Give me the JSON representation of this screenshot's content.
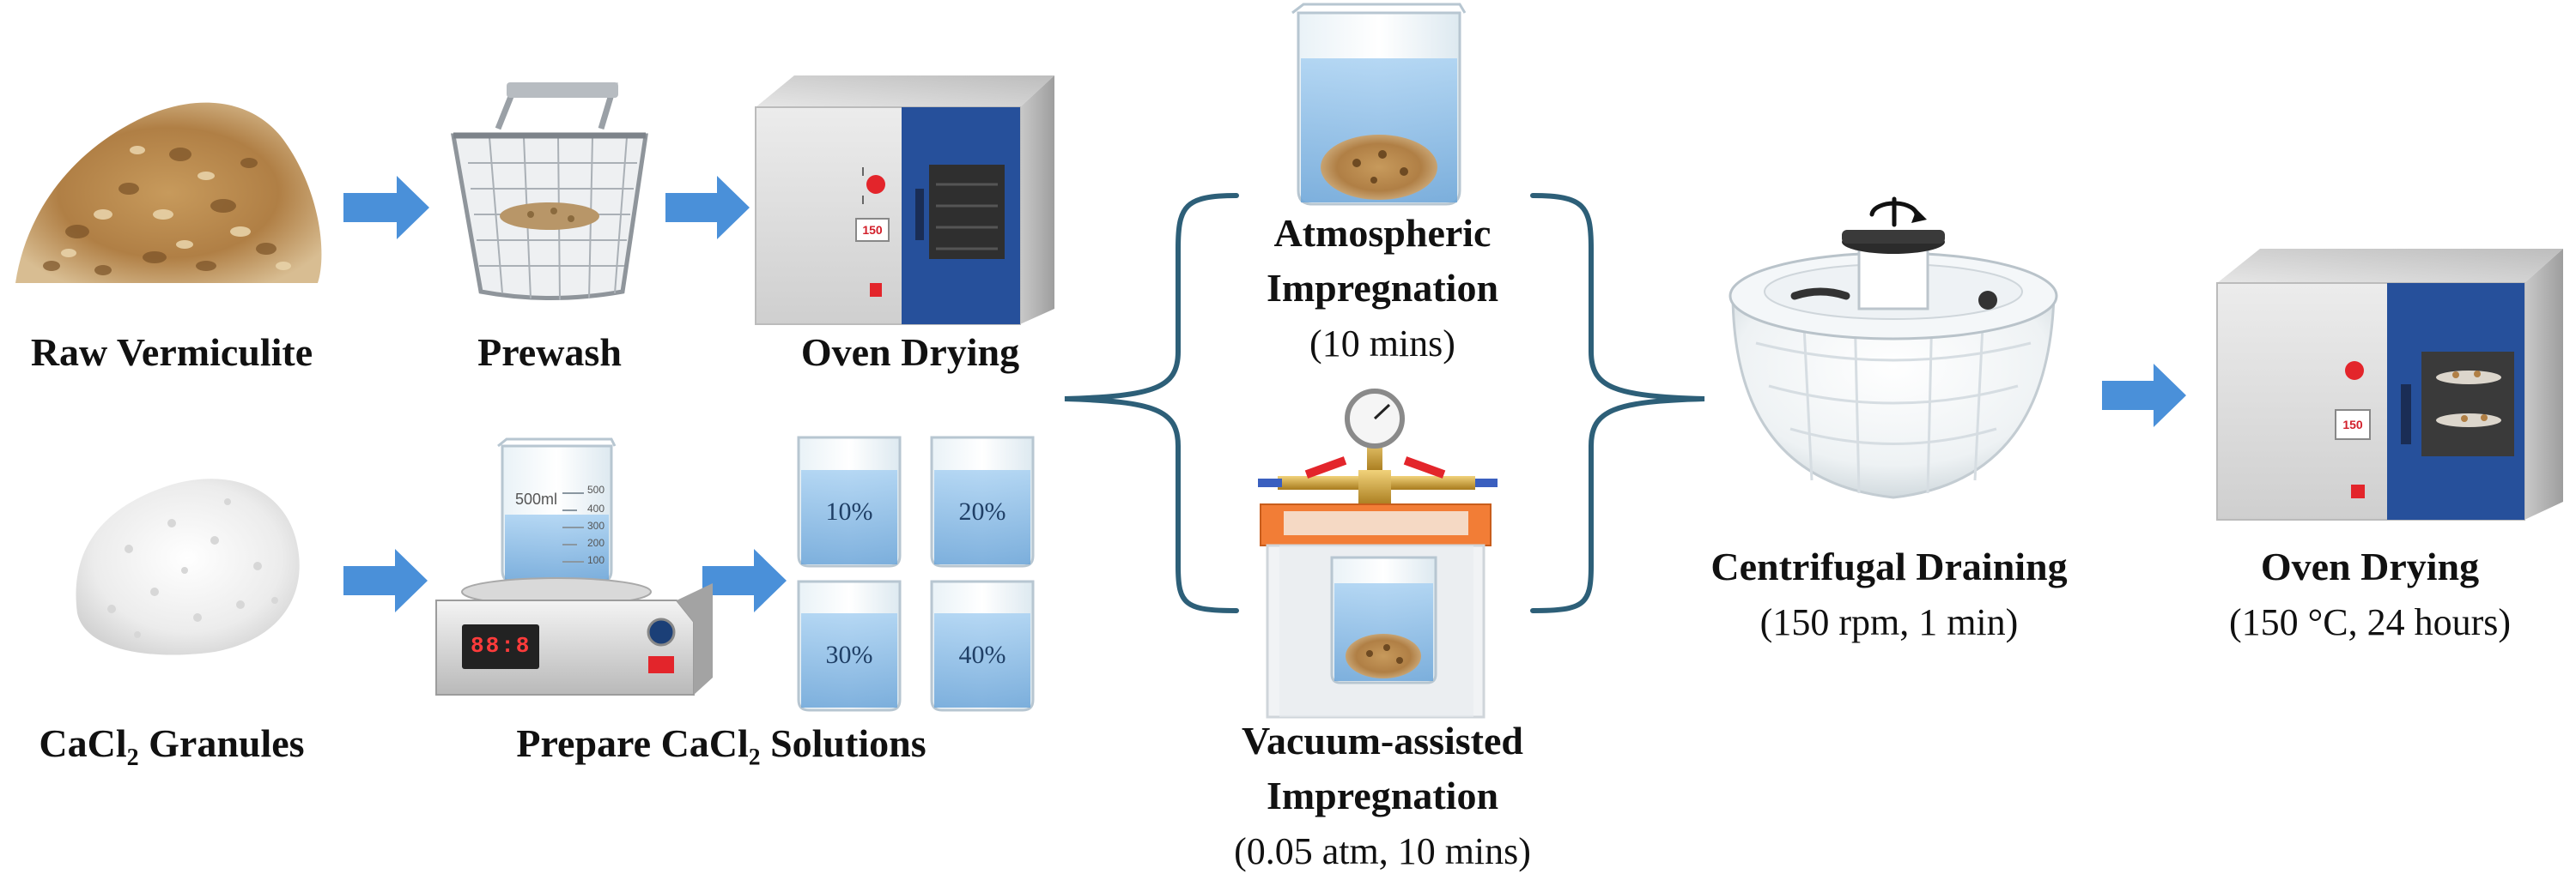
{
  "colors": {
    "arrow": "#4a90d9",
    "brace": "#2d5f78",
    "water": "#8fc1ea",
    "oven_door": "#26509b",
    "oven_body": "#d5d5d5",
    "indicator_red": "#e3252b"
  },
  "steps": {
    "raw_vermiculite": "Raw Vermiculite",
    "prewash": "Prewash",
    "oven_drying_1": "Oven Drying",
    "cacl2_prefix": "CaCl",
    "cacl2_sub": "2",
    "cacl2_suffix": " Granules",
    "prepare_solutions": "Prepare CaCl₂ Solutions",
    "atmospheric_line1": "Atmospheric",
    "atmospheric_line2": "Impregnation",
    "atmospheric_detail": "(10 mins)",
    "vacuum_line1": "Vacuum-assisted",
    "vacuum_line2": "Impregnation",
    "vacuum_detail": "(0.05 atm, 10 mins)",
    "centrifugal": "Centrifugal Draining",
    "centrifugal_detail": "(150 rpm, 1 min)",
    "oven_drying_2": "Oven Drying",
    "oven_drying_2_detail": "(150 °C, 24 hours)"
  },
  "solutions": {
    "c1": "10%",
    "c2": "20%",
    "c3": "30%",
    "c4": "40%"
  },
  "beaker_scale": {
    "volume": "500ml",
    "t500": "500",
    "t400": "400",
    "t300": "300",
    "t200": "200",
    "t100": "100"
  },
  "displays": {
    "oven1": "150",
    "oven2": "150",
    "hotplate": "88:8"
  },
  "icons": {
    "arrows": "right-arrow-icon",
    "spin": "rotate-icon"
  }
}
